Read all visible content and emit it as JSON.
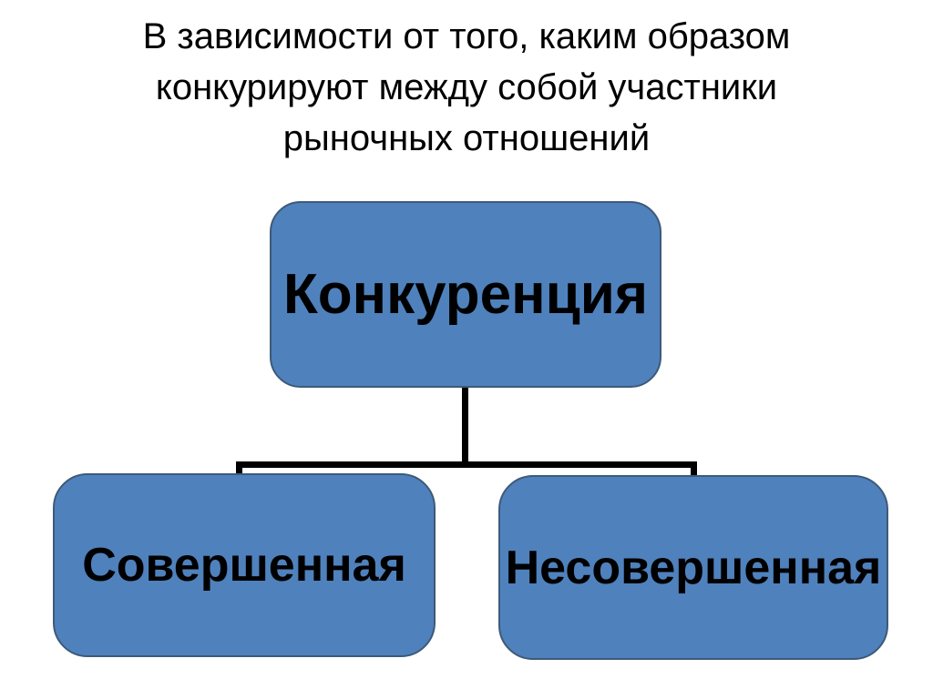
{
  "slide": {
    "title": {
      "lines": [
        "В зависимости от того, каким образом",
        "конкурируют между собой участники",
        "рыночных отношений"
      ]
    },
    "diagram": {
      "root": {
        "label": "Конкуренция"
      },
      "children": [
        {
          "label": "Совершенная"
        },
        {
          "label": "Несовершенная"
        }
      ]
    },
    "colors": {
      "node_fill": "#4f81bd",
      "node_border": "#3d5a78",
      "connector": "#000000",
      "text": "#000000",
      "background": "#ffffff"
    }
  }
}
